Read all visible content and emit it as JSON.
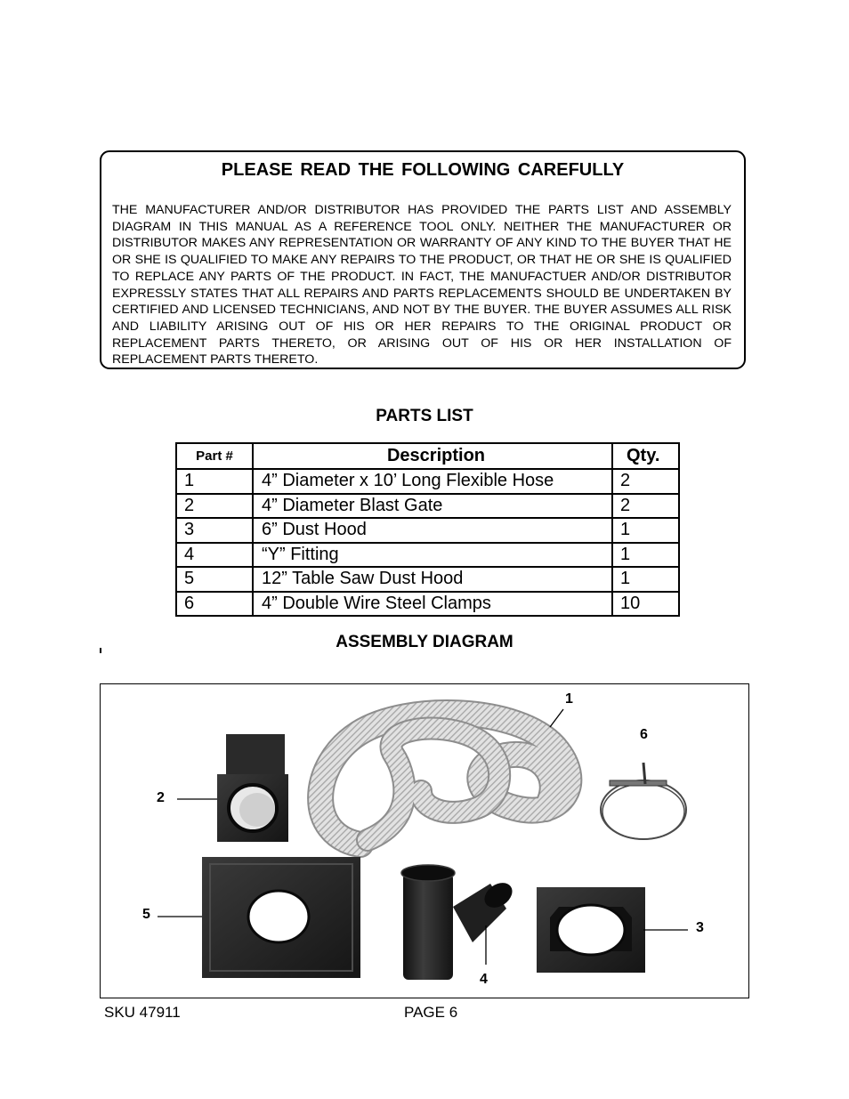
{
  "notice": {
    "title": "PLEASE READ THE FOLLOWING CAREFULLY",
    "body": "THE MANUFACTURER AND/OR DISTRIBUTOR HAS PROVIDED THE PARTS LIST AND ASSEMBLY DIAGRAM IN THIS MANUAL AS A REFERENCE TOOL ONLY.  NEITHER THE MANUFACTURER OR DISTRIBUTOR MAKES ANY REPRESENTATION OR WARRANTY OF ANY KIND TO THE BUYER THAT HE OR SHE IS QUALIFIED TO MAKE ANY REPAIRS TO THE PRODUCT, OR THAT HE OR SHE IS QUALIFIED TO REPLACE ANY PARTS OF THE PRODUCT.  IN FACT, THE MANUFACTUER AND/OR DISTRIBUTOR EXPRESSLY STATES THAT ALL REPAIRS AND PARTS REPLACEMENTS SHOULD BE UNDERTAKEN BY CERTIFIED AND LICENSED TECHNICIANS, AND NOT BY THE BUYER.  THE BUYER ASSUMES ALL RISK AND LIABILITY ARISING OUT OF HIS OR HER REPAIRS TO THE ORIGINAL PRODUCT OR REPLACEMENT PARTS THERETO, OR ARISING OUT OF HIS OR HER INSTALLATION OF REPLACEMENT PARTS THERETO."
  },
  "parts_list": {
    "title": "PARTS LIST",
    "headers": {
      "part": "Part #",
      "description": "Description",
      "qty": "Qty."
    },
    "rows": [
      {
        "part": "1",
        "description": "4” Diameter x 10’ Long Flexible Hose",
        "qty": "2"
      },
      {
        "part": "2",
        "description": "4” Diameter Blast Gate",
        "qty": "2"
      },
      {
        "part": "3",
        "description": "6” Dust Hood",
        "qty": "1"
      },
      {
        "part": "4",
        "description": "“Y” Fitting",
        "qty": "1"
      },
      {
        "part": "5",
        "description": "12” Table Saw Dust Hood",
        "qty": "1"
      },
      {
        "part": "6",
        "description": "4” Double Wire Steel Clamps",
        "qty": "10"
      }
    ]
  },
  "assembly": {
    "title": "ASSEMBLY DIAGRAM",
    "callouts": {
      "c1": "1",
      "c2": "2",
      "c3": "3",
      "c4": "4",
      "c5": "5",
      "c6": "6"
    }
  },
  "footer": {
    "sku": "SKU 47911",
    "page": "PAGE 6"
  }
}
